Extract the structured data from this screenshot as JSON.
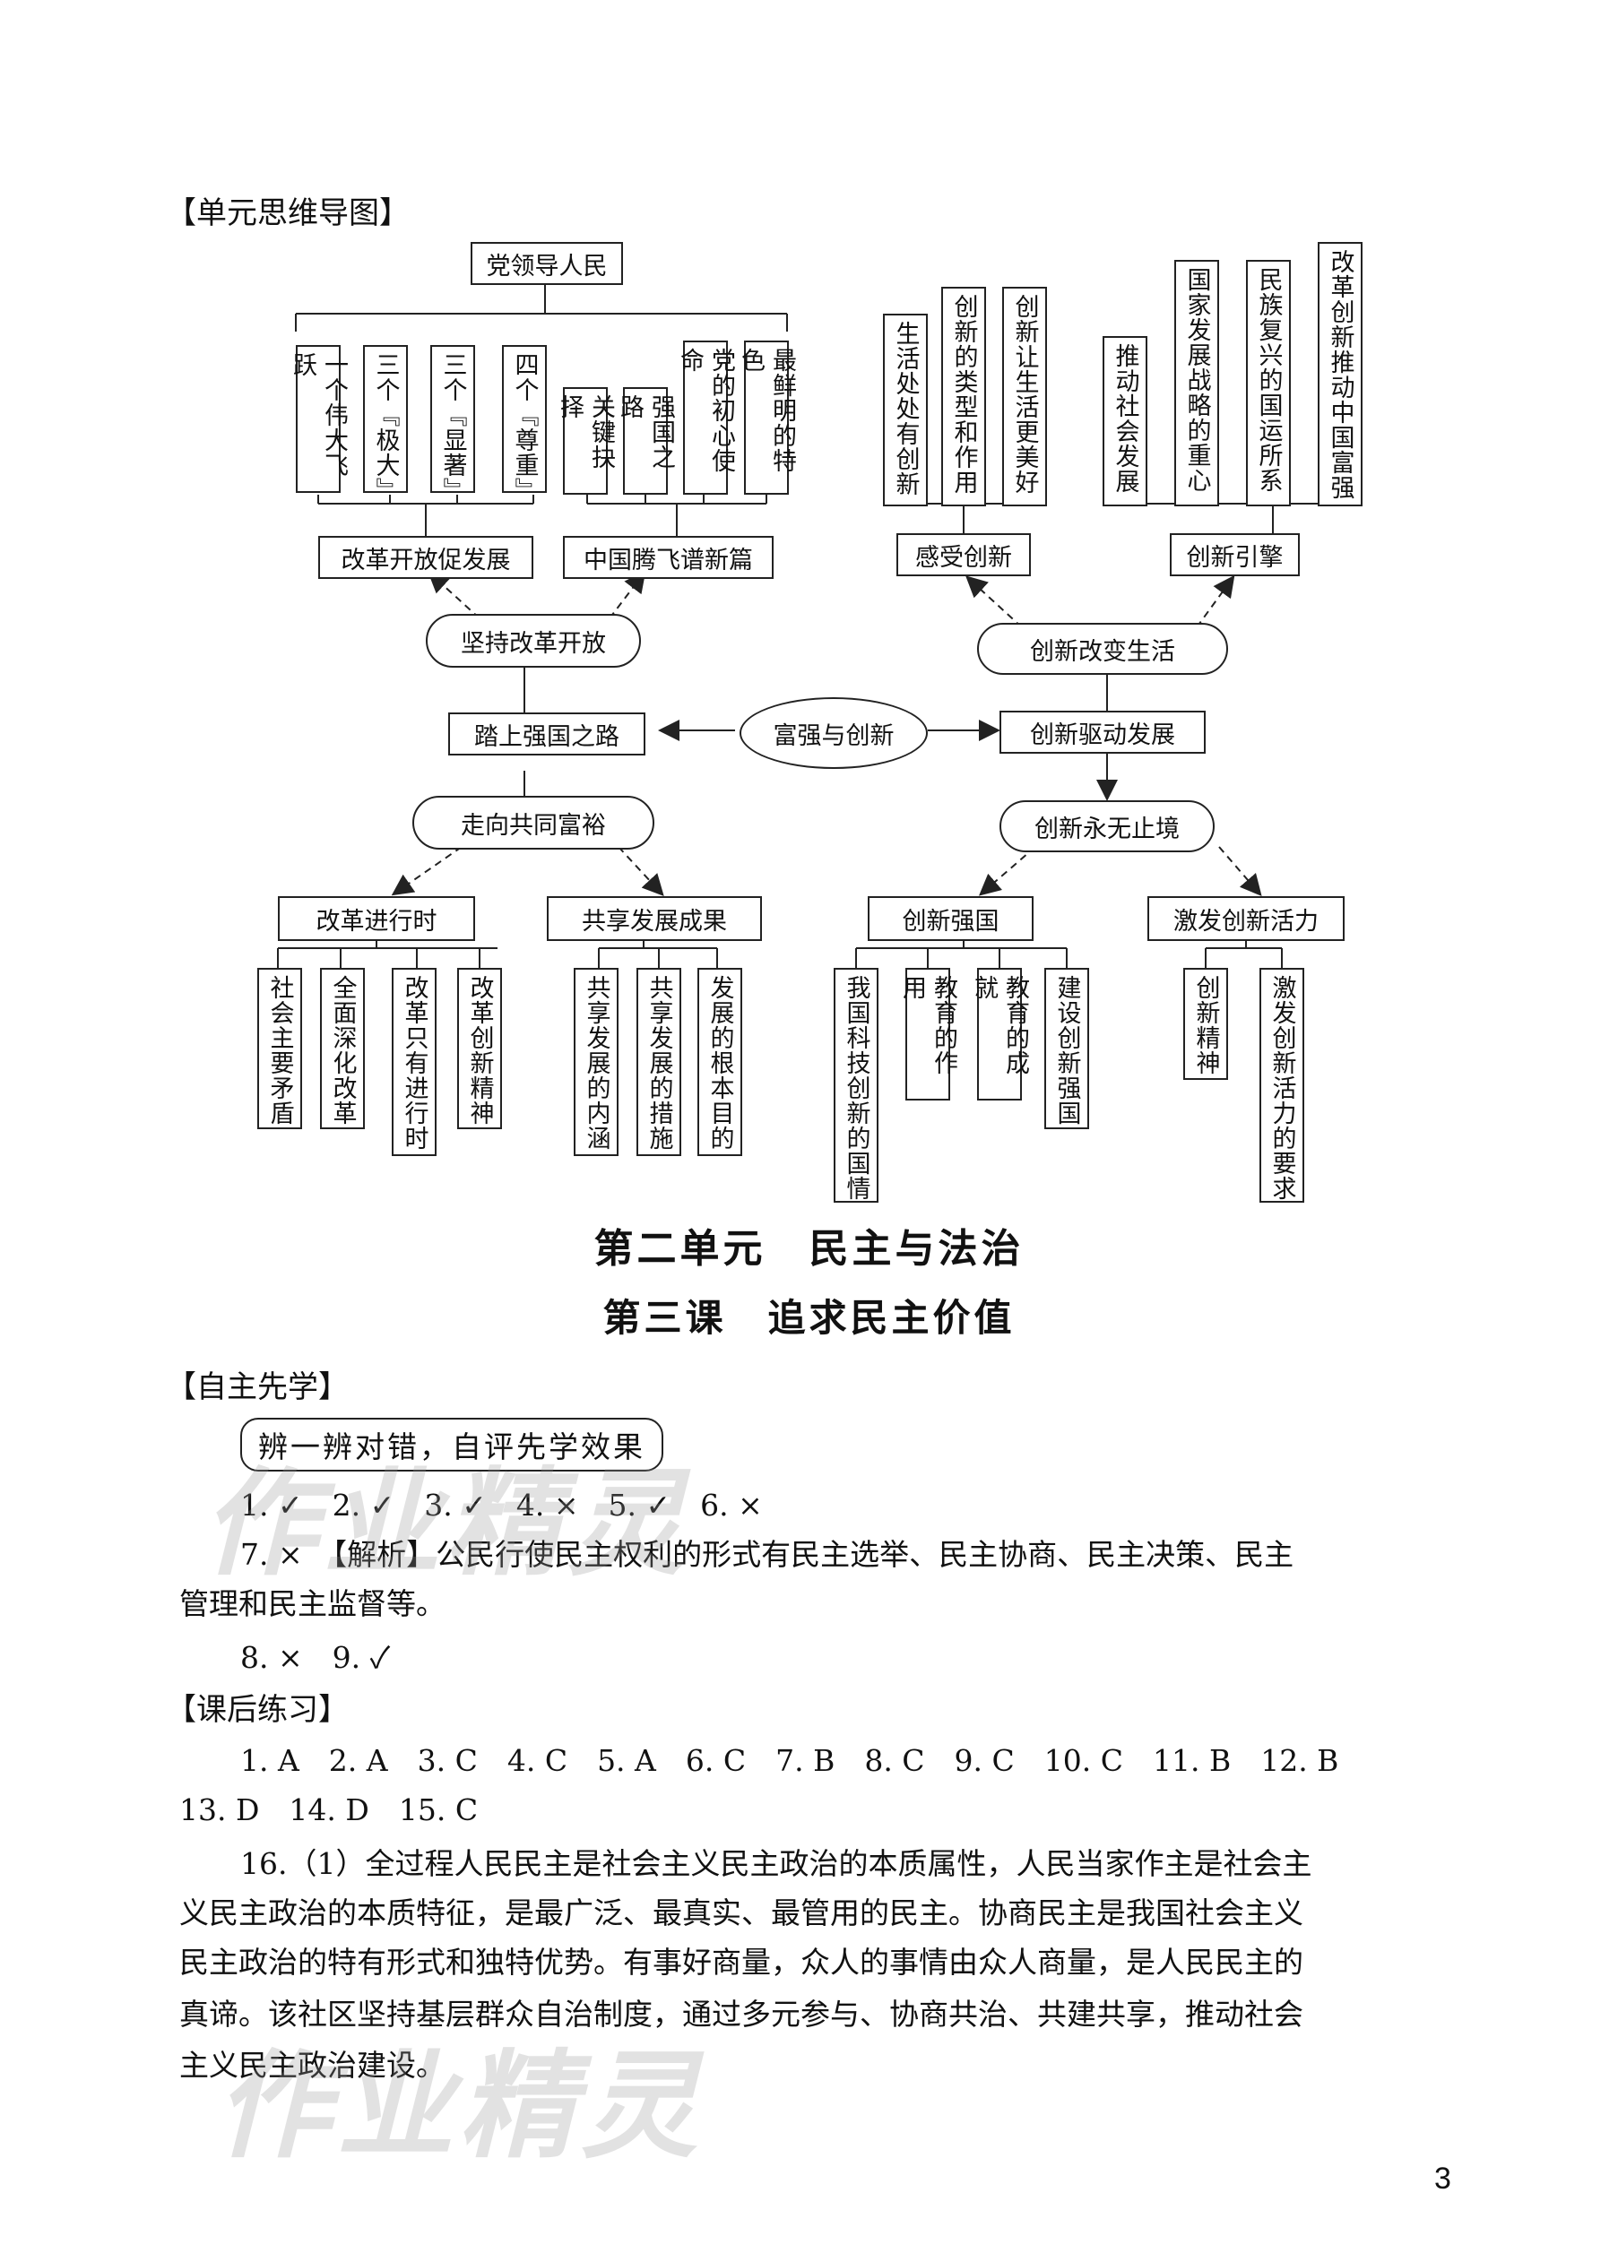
{
  "section_mindmap": "【单元思维导图】",
  "mindmap": {
    "top_left_title": "党领导人民",
    "vleft": [
      "一个伟大飞跃",
      "三个『极大』",
      "三个『显著』",
      "四个『尊重』",
      "关键抉择",
      "强国之路",
      "党的初心使命",
      "最鲜明的特色"
    ],
    "reform": "改革开放促发展",
    "china_fly": "中国腾飞谱新篇",
    "adhere": "坚持改革开放",
    "road": "踏上强国之路",
    "center": "富强与创新",
    "drive": "创新驱动发展",
    "common_wealth": "走向共同富裕",
    "reform_now": "改革进行时",
    "share": "共享发展成果",
    "vbottom_left": [
      "社会主要矛盾",
      "全面深化改革",
      "改革只有进行时",
      "改革创新精神"
    ],
    "vbottom_mid": [
      "共享发展的内涵",
      "共享发展的措施",
      "发展的根本目的"
    ],
    "vright_top": [
      "生活处处有创新",
      "创新的类型和作用",
      "创新让生活更美好",
      "推动社会发展",
      "国家发展战略的重心",
      "民族复兴的国运所系",
      "改革创新推动中国富强"
    ],
    "feel": "感受创新",
    "engine": "创新引擎",
    "change_life": "创新改变生活",
    "endless": "创新永无止境",
    "strong_country": "创新强国",
    "stimulate": "激发创新活力",
    "vbottom_right1": [
      "我国科技创新的国情",
      "教育的作用",
      "教育的成就",
      "建设创新强国"
    ],
    "vbottom_right2": [
      "创新精神",
      "激发创新活力的要求"
    ]
  },
  "unit_heading": "第二单元　民主与法治",
  "lesson_heading": "第三课　追求民主价值",
  "section_self": "【自主先学】",
  "self_banner": "辨一辨对错，自评先学效果",
  "self_line1": "1. ✓　2. ✓　3. ✓　4. ×　5. ✓　6. ×",
  "self_line2": "7. ×　【解析】公民行使民主权利的形式有民主选举、民主协商、民主决策、民主",
  "self_line3": "管理和民主监督等。",
  "self_line4": "8. ×　9. ✓",
  "section_after": "【课后练习】",
  "after_line1": "1. A　2. A　3. C　4. C　5. A　6. C　7. B　8. C　9. C　10. C　11. B　12. B",
  "after_line2": "13. D　14. D　15. C",
  "after_p1": "16.（1）全过程人民民主是社会主义民主政治的本质属性，人民当家作主是社会主",
  "after_p2": "义民主政治的本质特征，是最广泛、最真实、最管用的民主。协商民主是我国社会主义",
  "after_p3": "民主政治的特有形式和独特优势。有事好商量，众人的事情由众人商量，是人民民主的",
  "after_p4": "真谛。该社区坚持基层群众自治制度，通过多元参与、协商共治、共建共享，推动社会",
  "after_p5": "主义民主政治建设。",
  "page_number": "3",
  "watermark": "作业精灵"
}
